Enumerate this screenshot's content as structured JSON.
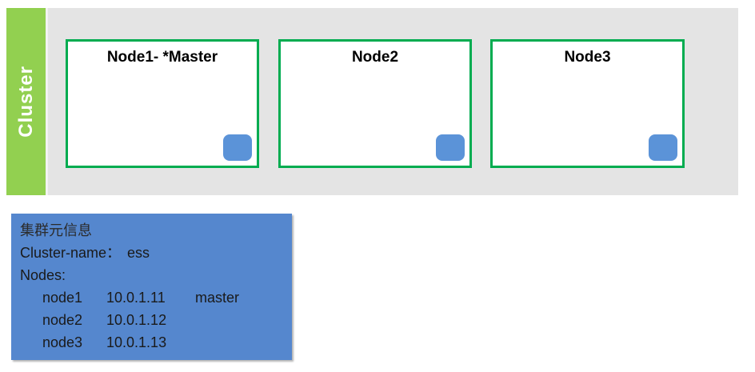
{
  "cluster_panel": {
    "label": "Cluster",
    "nodes": [
      {
        "title": "Node1- *Master"
      },
      {
        "title": "Node2"
      },
      {
        "title": "Node3"
      }
    ]
  },
  "info_box": {
    "title": "集群元信息",
    "cluster_name_label": "Cluster-name：",
    "cluster_name_value": "ess",
    "nodes_label": "Nodes:",
    "nodes": [
      {
        "name": "node1",
        "ip": "10.0.1.11",
        "role": "master"
      },
      {
        "name": "node2",
        "ip": "10.0.1.12",
        "role": ""
      },
      {
        "name": "node3",
        "ip": "10.0.1.13",
        "role": ""
      }
    ]
  },
  "colors": {
    "panel_bg": "#E4E4E4",
    "cluster_bar_green": "#92D050",
    "node_border_green": "#00AC50",
    "chip_blue": "#5B93D8",
    "info_box_blue": "#5587CE"
  }
}
